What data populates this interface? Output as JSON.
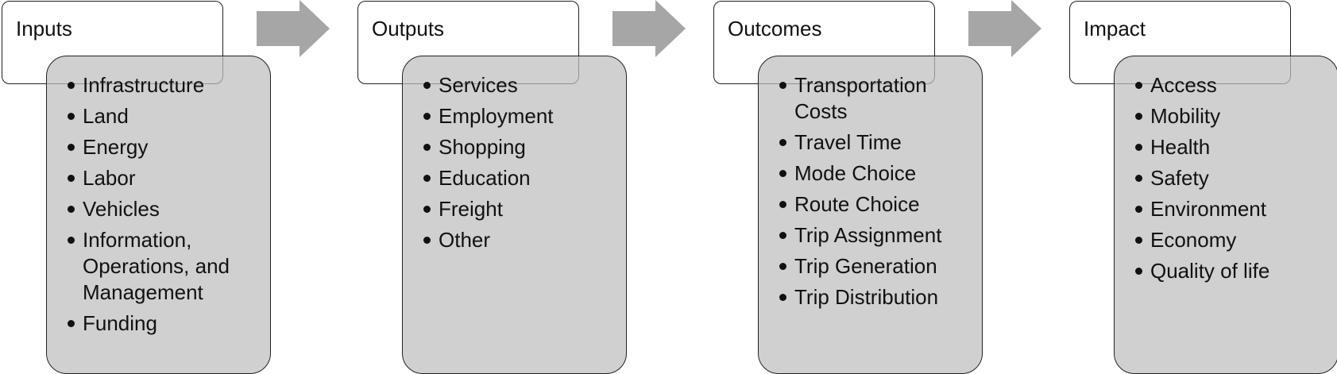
{
  "diagram": {
    "stages": [
      {
        "title": "Inputs",
        "items": [
          "Infrastructure",
          "Land",
          "Energy",
          "Labor",
          "Vehicles",
          "Information,\nOperations, and\nManagement",
          "Funding"
        ]
      },
      {
        "title": "Outputs",
        "items": [
          "Services",
          "Employment",
          "Shopping",
          "Education",
          "Freight",
          "Other"
        ]
      },
      {
        "title": "Outcomes",
        "items": [
          "Transportation\nCosts",
          "Travel Time",
          "Mode Choice",
          "Route Choice",
          "Trip Assignment",
          "Trip Generation",
          "Trip Distribution"
        ]
      },
      {
        "title": "Impact",
        "items": [
          "Access",
          "Mobility",
          "Health",
          "Safety",
          "Environment",
          "Economy",
          "Quality of life"
        ]
      }
    ],
    "colors": {
      "arrow": "#a6a6a6",
      "list_fill": "#bebebe",
      "border": "#222222"
    }
  }
}
